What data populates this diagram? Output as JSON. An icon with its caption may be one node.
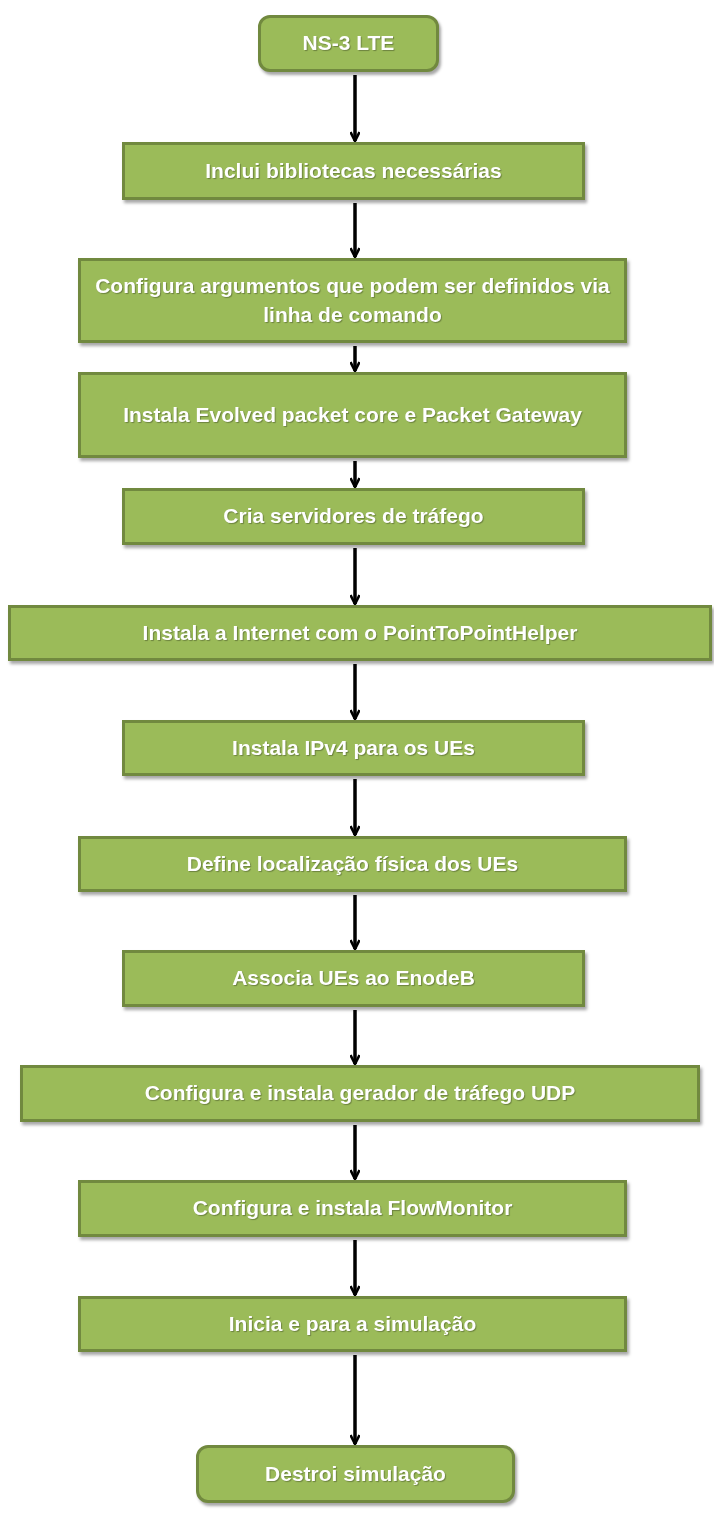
{
  "diagram": {
    "nodes": [
      {
        "text": [
          "NS-3 LTE"
        ]
      },
      {
        "text": [
          "Inclui bibliotecas necessárias"
        ]
      },
      {
        "text": [
          "Configura argumentos que podem ser definidos via linha de comando"
        ]
      },
      {
        "text": [
          "Instala Evolved packet core e Packet Gateway"
        ]
      },
      {
        "text": [
          "Cria servidores de tráfego"
        ]
      },
      {
        "text": [
          "Instala a Internet com o PointToPointHelper"
        ]
      },
      {
        "text": [
          "Instala IPv4 para os UEs"
        ]
      },
      {
        "text": [
          "Define localização física dos UEs"
        ]
      },
      {
        "text": [
          "Associa UEs ao EnodeB"
        ]
      },
      {
        "text": [
          "Configura e instala gerador de tráfego UDP"
        ]
      },
      {
        "text": [
          "Configura e instala FlowMonitor"
        ]
      },
      {
        "text": [
          "Inicia e para a simulação"
        ]
      },
      {
        "text": [
          "Destroi simulação"
        ]
      }
    ],
    "edges": [
      {
        "from": 0,
        "to": 1,
        "arrow": "to"
      },
      {
        "from": 1,
        "to": 2,
        "arrow": "to"
      },
      {
        "from": 2,
        "to": 3,
        "arrow": "to"
      },
      {
        "from": 3,
        "to": 4,
        "arrow": "to"
      },
      {
        "from": 4,
        "to": 5,
        "arrow": "to"
      },
      {
        "from": 5,
        "to": 6,
        "arrow": "to"
      },
      {
        "from": 6,
        "to": 7,
        "arrow": "to"
      },
      {
        "from": 7,
        "to": 8,
        "arrow": "to"
      },
      {
        "from": 8,
        "to": 9,
        "arrow": "to"
      },
      {
        "from": 9,
        "to": 10,
        "arrow": "to"
      },
      {
        "from": 10,
        "to": 11,
        "arrow": "to"
      },
      {
        "from": 11,
        "to": 12,
        "arrow": "to"
      }
    ]
  }
}
